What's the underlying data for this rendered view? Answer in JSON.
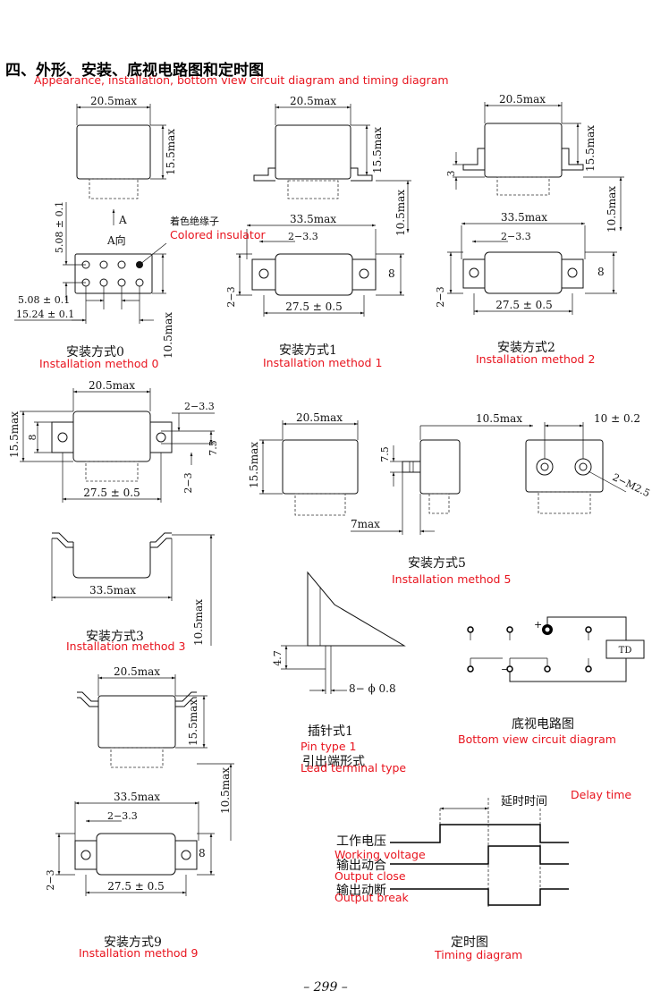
{
  "header": {
    "title_cn": "四、外形、安装、底视电路图和定时图",
    "title_en": "Appearance, installation, bottom view circuit diagram and timing diagram"
  },
  "dims": {
    "w20_5": "20.5max",
    "h15_5": "15.5max",
    "h10_5": "10.5max",
    "w33_5": "33.5max",
    "l27_5": "27.5 ± 0.5",
    "h2_3": "2−3.3",
    "h2_3b": "2−3",
    "eight": "8",
    "three": "3",
    "p508a": "5.08 ± 0.1",
    "p508b": "5.08 ± 0.1",
    "p1524": "15.24 ± 0.1",
    "v75": "7.5",
    "w7": "7max",
    "w10": "10 ± 0.2",
    "m25": "2−M2.5",
    "v47": "4.7",
    "pin": "8− ϕ 0.8"
  },
  "labels": {
    "A": "A",
    "A_dir": "A向",
    "insulator_cn": "着色绝缘子",
    "insulator_en": "Colored insulator",
    "TD": "TD",
    "plus": "+",
    "minus": "−",
    "delay_cn": "延时时间",
    "delay_en": "Delay time",
    "wv_cn": "工作电压",
    "wv_en": "Working voltage",
    "oc_cn": "输出动合",
    "oc_en": "Output close",
    "ob_cn": "输出动断",
    "ob_en": "Output break"
  },
  "captions": {
    "m0_cn": "安装方式0",
    "m0_en": "Installation method 0",
    "m1_cn": "安装方式1",
    "m1_en": "Installation method 1",
    "m2_cn": "安装方式2",
    "m2_en": "Installation method 2",
    "m3_cn": "安装方式3",
    "m3_en": "Installation method 3",
    "m5_cn": "安装方式5",
    "m5_en": "Installation method 5",
    "m9_cn": "安装方式9",
    "m9_en": "Installation method 9",
    "pin_cn": "插针式1",
    "pin_en": "Pin type 1",
    "lead_cn": "引出端形式",
    "lead_en": "Lead terminal type",
    "bv_cn": "底视电路图",
    "bv_en": "Bottom view circuit diagram",
    "tm_cn": "定时图",
    "tm_en": "Timing diagram"
  },
  "footer": {
    "page": "– 299 –"
  }
}
